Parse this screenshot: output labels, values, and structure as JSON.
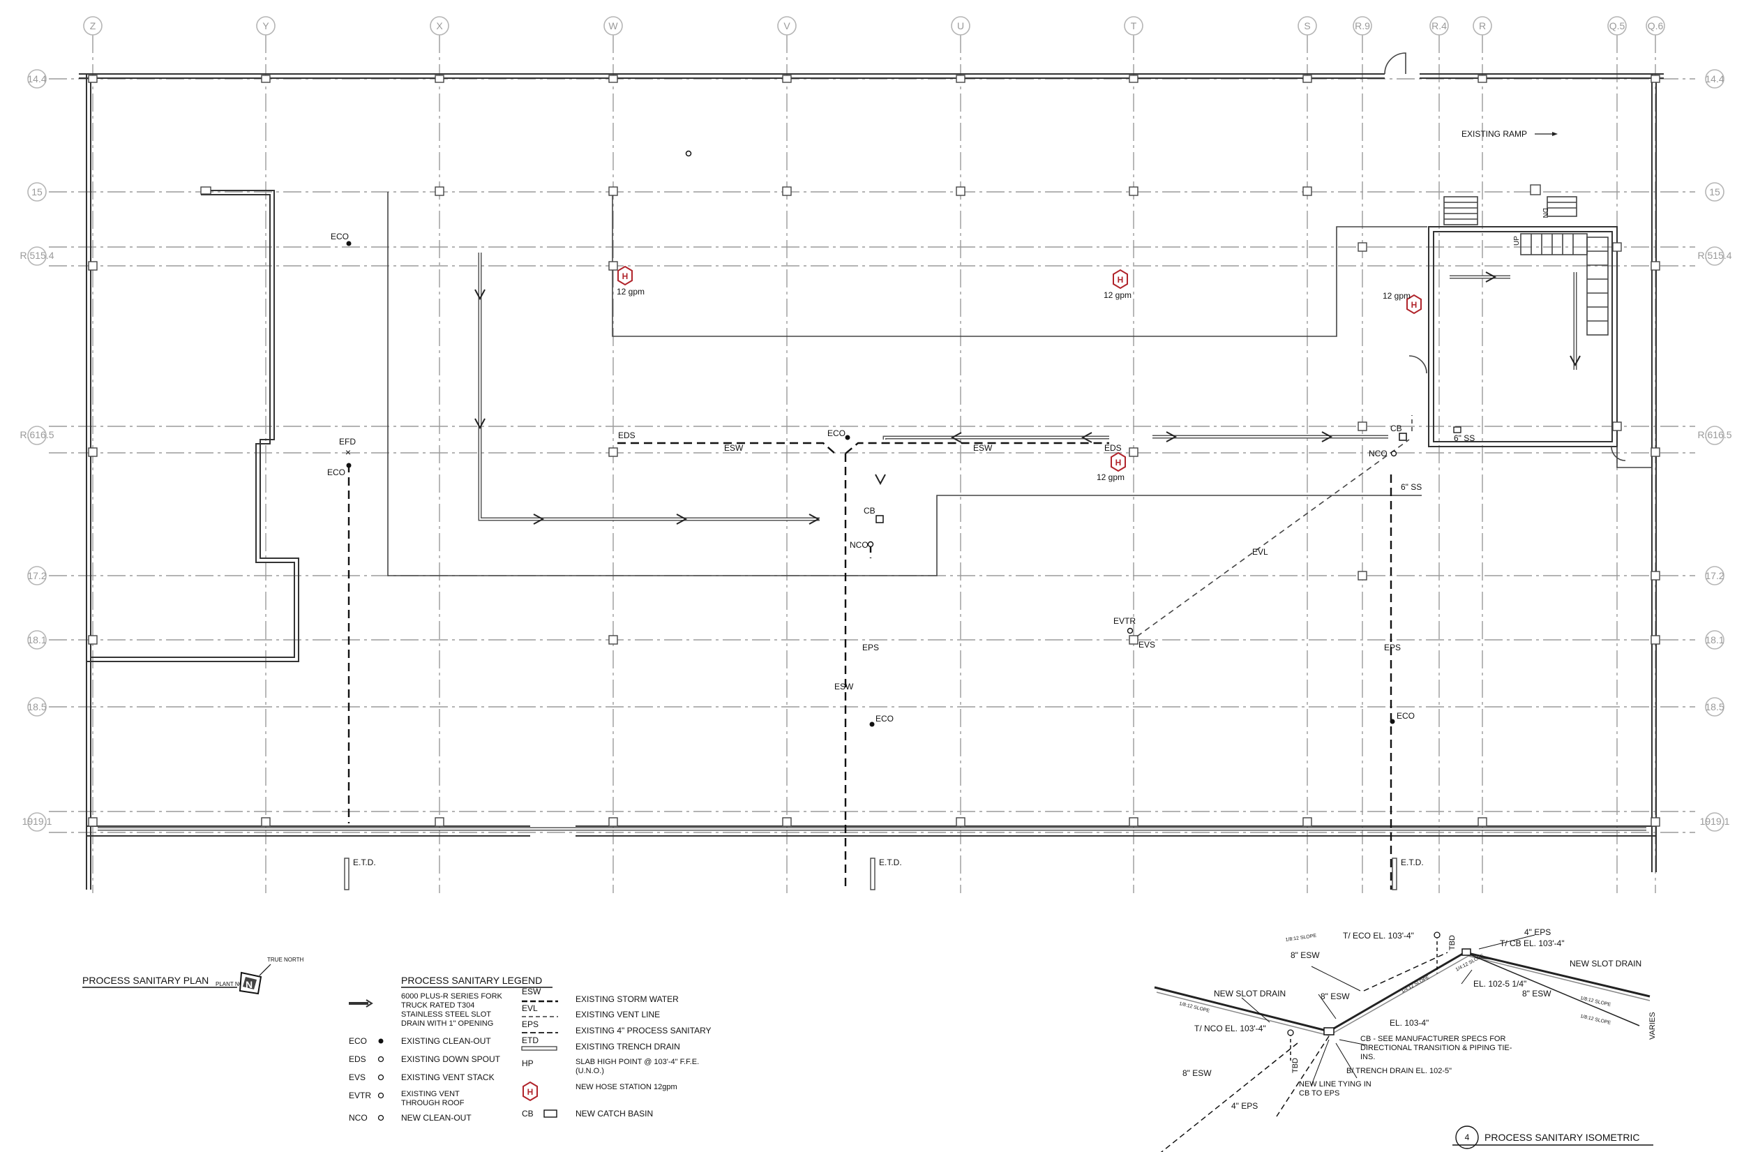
{
  "plan": {
    "top_grid_labels": [
      "Z",
      "Y",
      "X",
      "W",
      "V",
      "U",
      "T",
      "S",
      "R.9",
      "R.4",
      "R",
      "Q.5",
      "Q.6"
    ],
    "row_labels": {
      "r144": "14.4",
      "r15": "15",
      "r154": "R.515.4",
      "r165": "R.616.5",
      "r172": "17.2",
      "r181": "18.1",
      "r185": "18.5",
      "r191": "1919.1"
    },
    "existing_ramp": "EXISTING RAMP",
    "up": "UP",
    "dn": "DN",
    "callouts": {
      "eco": "ECO",
      "efd": "EFD",
      "eds": "EDS",
      "esw": "ESW",
      "cb": "CB",
      "nco": "NCO",
      "eps": "EPS",
      "evtr": "EVTR",
      "evs": "EVS",
      "evl": "EVL",
      "gpm12": "12 gpm",
      "ss6": "6\" SS",
      "etd": "E.T.D."
    }
  },
  "plan_title": "PROCESS SANITARY PLAN",
  "north_arrow": {
    "true_north": "TRUE NORTH",
    "plant_north": "PLANT NORTH"
  },
  "legend": {
    "title": "PROCESS SANITARY LEGEND",
    "left": [
      {
        "sym": "",
        "text": "6000 PLUS-R SERIES FORK TRUCK RATED T304 STAINLESS STEEL SLOT DRAIN WITH 1\" OPENING"
      },
      {
        "sym": "ECO",
        "text": "EXISTING CLEAN-OUT"
      },
      {
        "sym": "EDS",
        "text": "EXISTING DOWN SPOUT"
      },
      {
        "sym": "EVS",
        "text": "EXISTING VENT STACK"
      },
      {
        "sym": "EVTR",
        "text": "EXISTING VENT THROUGH ROOF"
      },
      {
        "sym": "NCO",
        "text": "NEW CLEAN-OUT"
      }
    ],
    "right": [
      {
        "sym": "ESW",
        "text": "EXISTING STORM WATER"
      },
      {
        "sym": "EVL",
        "text": "EXISTING VENT LINE"
      },
      {
        "sym": "EPS",
        "text": "EXISTING 4\" PROCESS SANITARY"
      },
      {
        "sym": "ETD",
        "text": "EXISTING TRENCH DRAIN"
      },
      {
        "sym": "HP",
        "text": "SLAB HIGH POINT @ 103'-4\" F.F.E. (U.N.O.)"
      },
      {
        "sym": "H",
        "text": "NEW HOSE STATION 12gpm"
      },
      {
        "sym": "CB",
        "text": "NEW CATCH BASIN"
      }
    ]
  },
  "isometric": {
    "number": "4",
    "title": "PROCESS SANITARY ISOMETRIC",
    "labels": {
      "slope1": "1/8:12 SLOPE",
      "t_eco": "T/ ECO EL. 103'-4\"",
      "tbd": "TBD",
      "eps4": "4\" EPS",
      "t_cb": "T/ CB EL. 103'-4\"",
      "esw8": "8\" ESW",
      "new_slot_drain": "NEW SLOT DRAIN",
      "slope2": "1/4:12 SLOPE",
      "el1025": "EL. 102-5 1/4\"",
      "el1034": "EL. 103-4\"",
      "t_nco": "T/ NCO EL. 103'-4\"",
      "cb_see": "CB - SEE MANUFACTURER SPECS FOR DIRECTIONAL TRANSITION & PIPING TIE-INS.",
      "b_trench": "B/ TRENCH DRAIN EL. 102-5\"",
      "new_line": "NEW LINE TYING IN CB TO EPS",
      "varies": "VARIES"
    }
  },
  "colors": {
    "hose_station": "#b0232a",
    "grid": "#9a9a9a"
  }
}
